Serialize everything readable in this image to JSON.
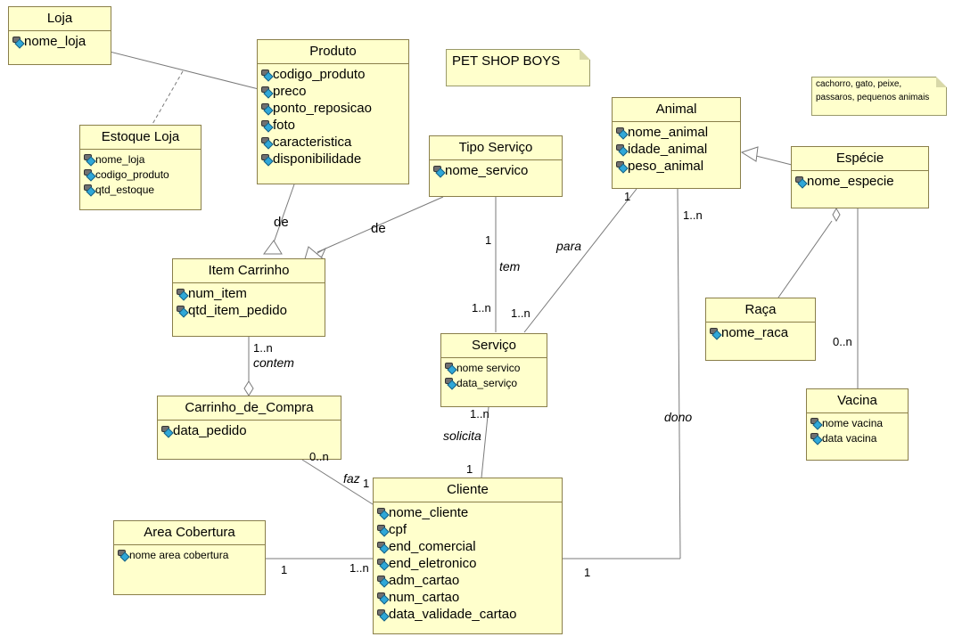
{
  "notes": {
    "title": "PET SHOP BOYS",
    "species_line1": "cachorro, gato, peixe,",
    "species_line2": "passaros, pequenos animais"
  },
  "classes": {
    "loja": {
      "name": "Loja",
      "attrs": [
        "nome_loja"
      ]
    },
    "produto": {
      "name": "Produto",
      "attrs": [
        "codigo_produto",
        "preco",
        "ponto_reposicao",
        "foto",
        "caracteristica",
        "disponibilidade"
      ]
    },
    "estoque_loja": {
      "name": "Estoque Loja",
      "attrs": [
        "nome_loja",
        "codigo_produto",
        "qtd_estoque"
      ]
    },
    "tipo_servico": {
      "name": "Tipo Serviço",
      "attrs": [
        "nome_servico"
      ]
    },
    "animal": {
      "name": "Animal",
      "attrs": [
        "nome_animal",
        "idade_animal",
        "peso_animal"
      ]
    },
    "especie": {
      "name": "Espécie",
      "attrs": [
        "nome_especie"
      ]
    },
    "item_carrinho": {
      "name": "Item Carrinho",
      "attrs": [
        "num_item",
        "qtd_item_pedido"
      ]
    },
    "raca": {
      "name": "Raça",
      "attrs": [
        "nome_raca"
      ]
    },
    "servico": {
      "name": "Serviço",
      "attrs": [
        "nome servico",
        "data_serviço"
      ]
    },
    "vacina": {
      "name": "Vacina",
      "attrs": [
        "nome vacina",
        "data vacina"
      ]
    },
    "carrinho": {
      "name": "Carrinho_de_Compra",
      "attrs": [
        "data_pedido"
      ]
    },
    "area": {
      "name": "Area Cobertura",
      "attrs": [
        "nome area cobertura"
      ]
    },
    "cliente": {
      "name": "Cliente",
      "attrs": [
        "nome_cliente",
        "cpf",
        "end_comercial",
        "end_eletronico",
        "adm_cartao",
        "num_cartao",
        "data_validade_cartao"
      ]
    }
  },
  "labels": {
    "de1": "de",
    "de2": "de",
    "tem": "tem",
    "para": "para",
    "contem": "contem",
    "solicita": "solicita",
    "dono": "dono",
    "faz": "faz",
    "m_one": "1",
    "m_1n": "1..n",
    "m_0n": "0..n"
  }
}
